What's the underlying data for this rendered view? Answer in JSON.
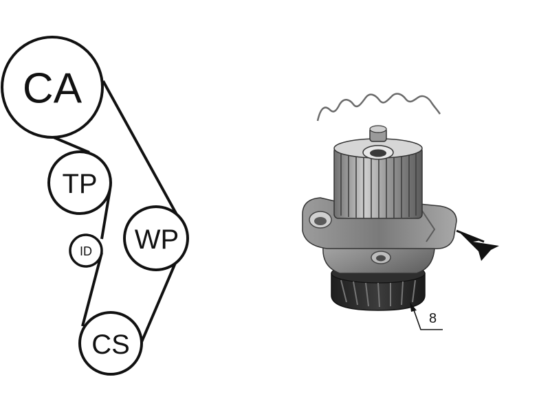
{
  "belt_diagram": {
    "pulleys": {
      "camshaft": "CA",
      "tensioner": "TP",
      "idler": "ID",
      "water_pump": "WP",
      "crankshaft": "CS"
    }
  },
  "part_drawing": {
    "callout_number": "8"
  },
  "colors": {
    "line": "#111111",
    "metal_dark": "#4a4a4a",
    "metal_mid": "#8a8a8a",
    "metal_light": "#c8c8c8"
  }
}
